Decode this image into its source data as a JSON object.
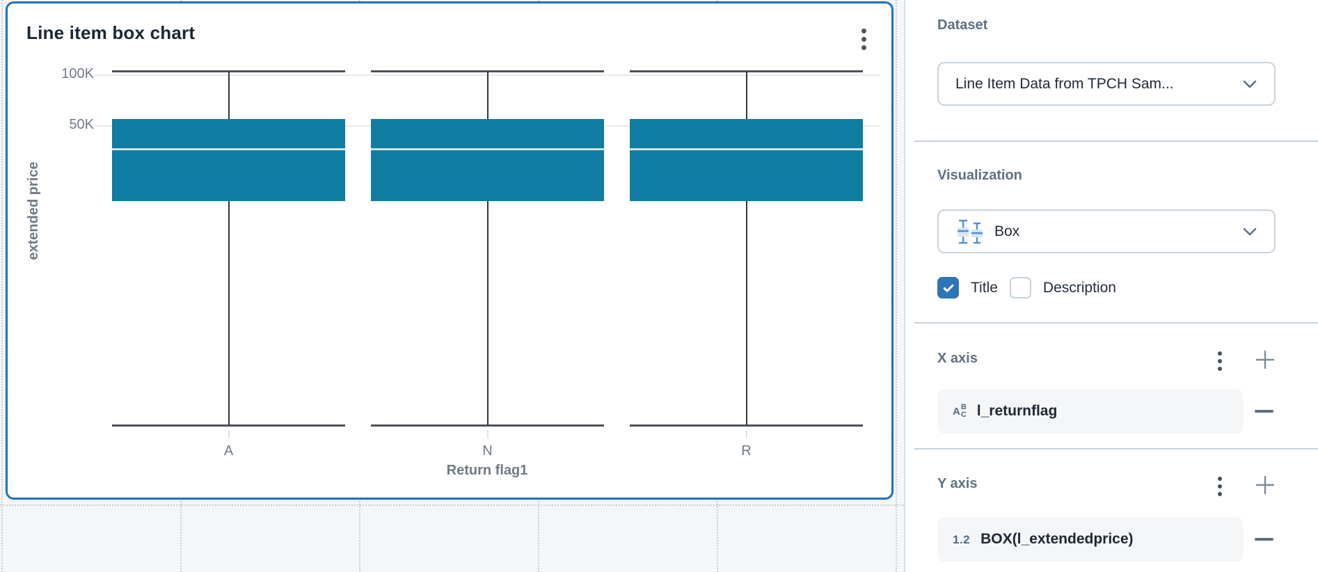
{
  "card": {
    "title": "Line item box chart",
    "menu_icon": "kebab-menu"
  },
  "chart_data": {
    "type": "box",
    "title": "Line item box chart",
    "xlabel": "Return flag1",
    "ylabel": "extended price",
    "y_scale": "log",
    "grid": true,
    "y_ticks": [
      {
        "label": "100K",
        "value": 100000
      },
      {
        "label": "50K",
        "value": 50000
      }
    ],
    "categories": [
      "A",
      "N",
      "R"
    ],
    "series": [
      {
        "name": "BOX(l_extendedprice)",
        "boxes": [
          {
            "category": "A",
            "min": 840,
            "q1": 18000,
            "median": 36500,
            "q3": 55000,
            "max": 104900
          },
          {
            "category": "N",
            "min": 840,
            "q1": 18000,
            "median": 36500,
            "q3": 55000,
            "max": 104900
          },
          {
            "category": "R",
            "min": 840,
            "q1": 18000,
            "median": 36500,
            "q3": 55000,
            "max": 104900
          }
        ]
      }
    ],
    "colors": {
      "box_fill": "#0f7ca1",
      "median_line": "rgba(255,255,255,0.8)",
      "whisker": "#30363c",
      "cap": "#4c5157"
    }
  },
  "panel": {
    "dataset": {
      "label": "Dataset",
      "value": "Line Item Data from TPCH Sam..."
    },
    "visualization": {
      "label": "Visualization",
      "value": "Box"
    },
    "checkboxes": {
      "title_label": "Title",
      "title_checked": true,
      "description_label": "Description",
      "description_checked": false
    },
    "x_axis": {
      "label": "X axis",
      "field": {
        "icon": "abc-text-type",
        "name": "l_returnflag"
      }
    },
    "y_axis": {
      "label": "Y axis",
      "field": {
        "icon": "1.2-number-type",
        "name": "BOX(l_extendedprice)"
      }
    }
  },
  "accent": {
    "selection_blue": "#2271b6",
    "checkbox_blue": "#2e75b7"
  }
}
